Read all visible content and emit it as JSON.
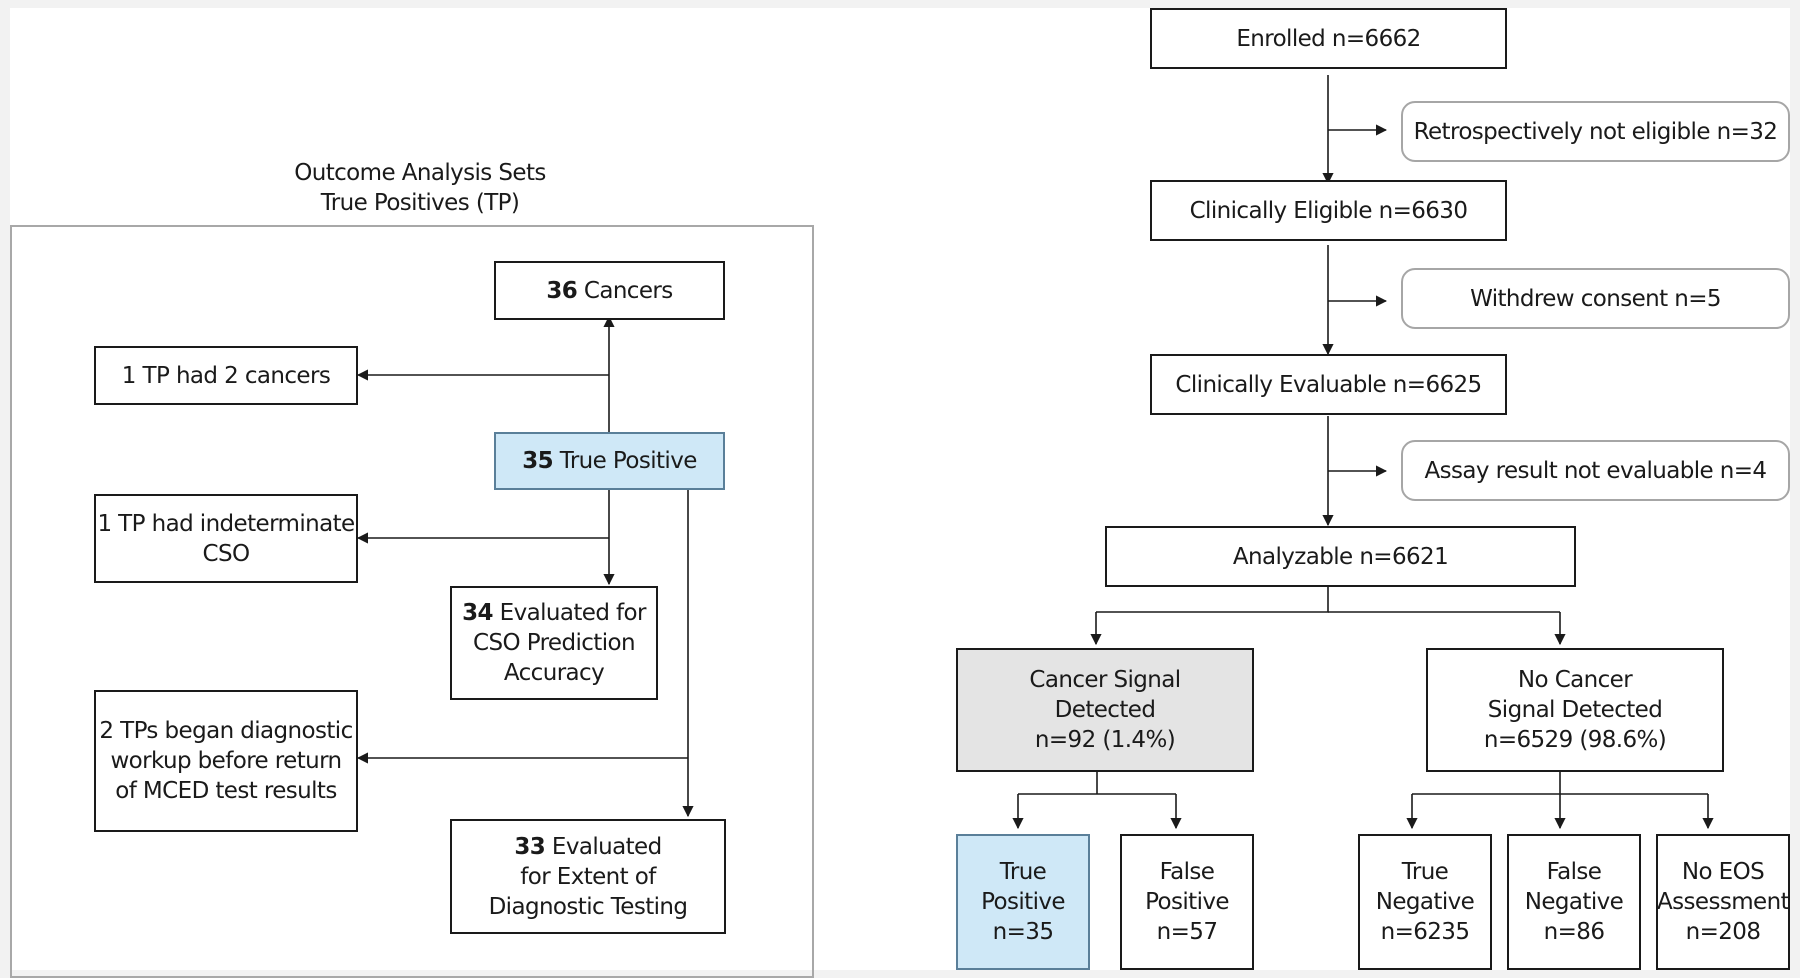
{
  "outcome_panel": {
    "title_line1": "Outcome Analysis Sets",
    "title_line2": "True Positives (TP)",
    "cancers_num": "36",
    "cancers_label": "Cancers",
    "tp_two_cancers": "1 TP had 2 cancers",
    "true_positive_num": "35",
    "true_positive_label": "True Positive",
    "indeterminate_line1": "1 TP had indeterminate",
    "indeterminate_line2": "CSO",
    "cso_eval_num": "34",
    "cso_eval_line1": "Evaluated for",
    "cso_eval_line2": "CSO Prediction",
    "cso_eval_line3": "Accuracy",
    "workup_line1": "2 TPs began diagnostic",
    "workup_line2": "workup before return",
    "workup_line3": "of MCED test results",
    "extent_num": "33",
    "extent_line1": "Evaluated",
    "extent_line2": "for Extent of",
    "extent_line3": "Diagnostic Testing"
  },
  "flow": {
    "enrolled": "Enrolled n=6662",
    "not_eligible": "Retrospectively not eligible n=32",
    "eligible": "Clinically Eligible n=6630",
    "withdrew": "Withdrew consent n=5",
    "evaluable": "Clinically Evaluable n=6625",
    "assay_not_evaluable": "Assay result not evaluable n=4",
    "analyzable": "Analyzable n=6621",
    "csd_line1": "Cancer Signal",
    "csd_line2": "Detected",
    "csd_line3": "n=92 (1.4%)",
    "ncsd_line1": "No Cancer",
    "ncsd_line2": "Signal Detected",
    "ncsd_line3": "n=6529 (98.6%)",
    "tp_line1": "True",
    "tp_line2": "Positive",
    "tp_line3": "n=35",
    "fp_line1": "False",
    "fp_line2": "Positive",
    "fp_line3": "n=57",
    "tn_line1": "True",
    "tn_line2": "Negative",
    "tn_line3": "n=6235",
    "fn_line1": "False",
    "fn_line2": "Negative",
    "fn_line3": "n=86",
    "eos_line1": "No EOS",
    "eos_line2": "Assessment",
    "eos_line3": "n=208"
  },
  "colors": {
    "true_positive_fill": "#cfe8f7",
    "signal_detected_fill": "#e4e4e4",
    "box_border": "#1a1a1a",
    "exclusion_border": "#a6a6a6"
  }
}
